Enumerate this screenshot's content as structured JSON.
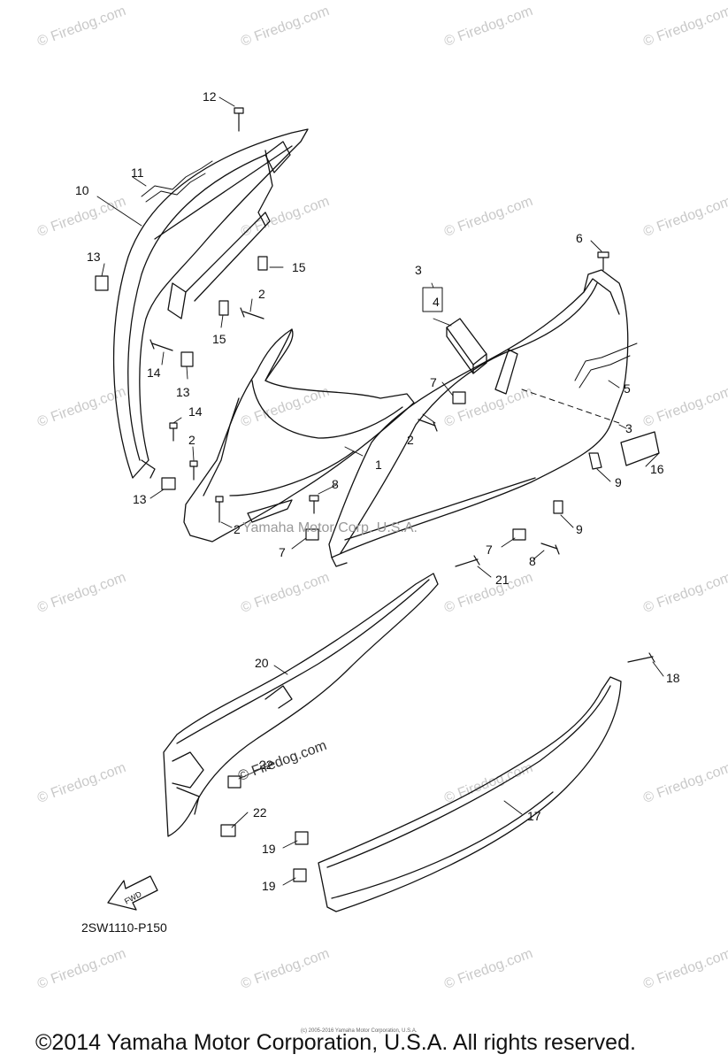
{
  "watermark_text": "© Firedog.com",
  "part_labels": [
    "1",
    "2",
    "2",
    "2",
    "2",
    "3",
    "3",
    "4",
    "5",
    "6",
    "7",
    "7",
    "7",
    "8",
    "8",
    "9",
    "9",
    "10",
    "11",
    "12",
    "13",
    "13",
    "13",
    "14",
    "14",
    "15",
    "15",
    "16",
    "17",
    "18",
    "19",
    "19",
    "20",
    "21",
    "22",
    "22"
  ],
  "diagram_code": "2SW1110-P150",
  "overlay_watermark": "Yamaha Motor Corp. U.S.A.",
  "inline_watermark": "© Firedog.com",
  "fwd_label": "FWD",
  "copyright": "©2014 Yamaha Motor Corporation, U.S.A. All rights reserved.",
  "tiny_copyright": "(c) 2005-2016 Yamaha Motor Corporation, U.S.A.",
  "colors": {
    "line": "#111111",
    "watermark": "#c9c9c9",
    "background": "#ffffff"
  }
}
